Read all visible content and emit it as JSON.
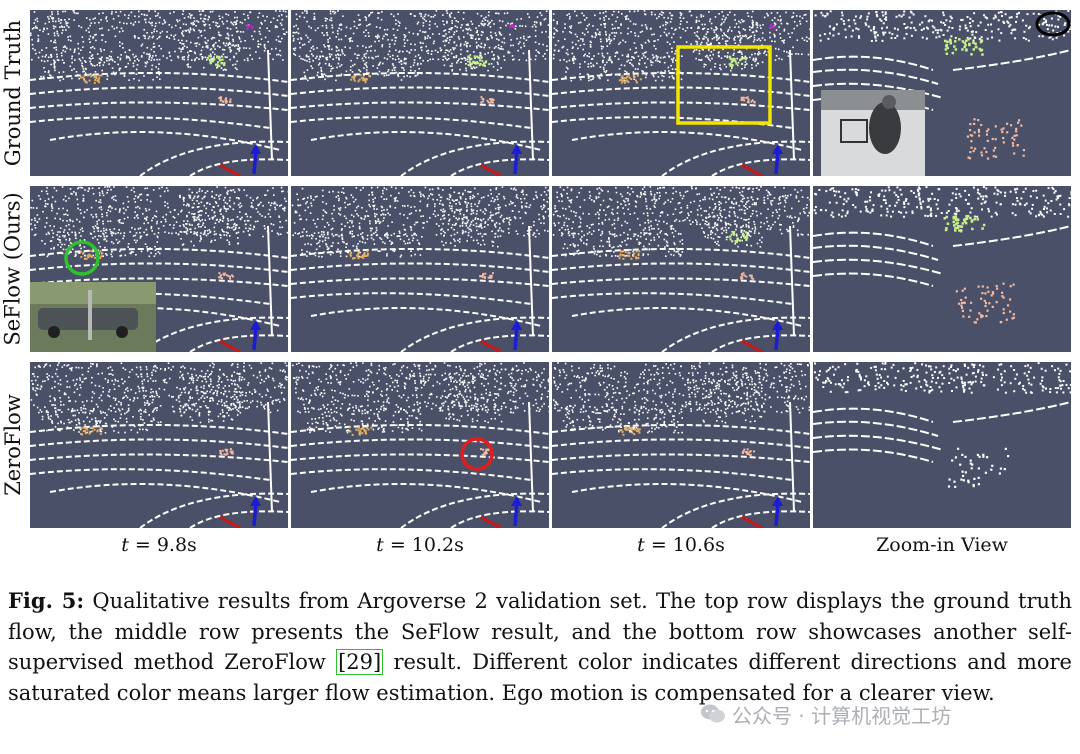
{
  "figure": {
    "row_labels": [
      "Ground Truth",
      "SeFlow (Ours)",
      "ZeroFlow"
    ],
    "columns": [
      {
        "time_prefix": "t",
        "time_value": " = 9.8s"
      },
      {
        "time_prefix": "t",
        "time_value": " = 10.2s"
      },
      {
        "time_prefix": "t",
        "time_value": " = 10.6s"
      },
      {
        "time_prefix": "",
        "time_value": "Zoom-in View"
      }
    ],
    "background_color": "#4a5068",
    "point_color": "#ffffff",
    "highlight_colors": {
      "gt_box": "#f2e600",
      "seflow_circle": "#2ec22e",
      "zeroflow_circle": "#e01e1e",
      "zoom_ellipse": "#000000",
      "axis_x": "#c81818",
      "axis_y": "#1c1cd8",
      "flow_green": "#c8f08a",
      "flow_orange": "#e8b060",
      "flow_pink": "#f4b8a0",
      "flow_magenta": "#d020e0"
    }
  },
  "caption": {
    "label": "Fig. 5:",
    "text_before_ref": " Qualitative results from Argoverse 2 validation set. The top row displays the ground truth flow, the middle row presents the SeFlow result, and the bottom row showcases another self-supervised method ZeroFlow ",
    "ref": "[29]",
    "text_after_ref": " result. Different color indicates different directions and more saturated color means larger flow estimation. Ego motion is compensated for a clearer view."
  },
  "watermark": {
    "text": "公众号 · 计算机视觉工坊",
    "icon": "wechat-icon"
  }
}
